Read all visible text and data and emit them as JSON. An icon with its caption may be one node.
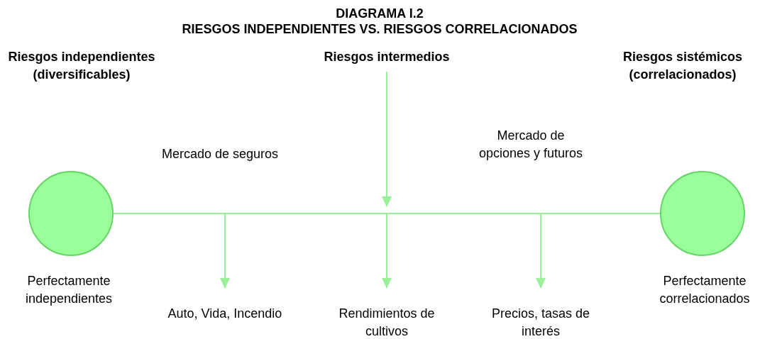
{
  "diagram": {
    "title": "DIAGRAMA I.2",
    "nodes": [
      {
        "text": [],
        "shape": "circle",
        "beside": [
          "Perfectamente independientes"
        ]
      },
      {
        "text": [],
        "shape": "circle",
        "beside": [
          "Perfectamente correlacionados"
        ]
      },
      {
        "text": [
          "Riesgos intermedios"
        ]
      },
      {
        "text": [
          "Auto, Vida, Incendio"
        ]
      },
      {
        "text": [
          "Rendimientos de cultivos"
        ]
      },
      {
        "text": [
          "Precios, tasas de interés"
        ]
      }
    ],
    "edges": [
      {
        "from": 0,
        "to": 1,
        "arrow": "none"
      },
      {
        "from": 2,
        "to": null,
        "arrow": "to"
      },
      {
        "from": null,
        "to": 3,
        "arrow": "to"
      },
      {
        "from": null,
        "to": 4,
        "arrow": "to"
      },
      {
        "from": null,
        "to": 5,
        "arrow": "to"
      }
    ],
    "labels": [
      "RIESGOS INDEPENDIENTES VS. RIESGOS CORRELACIONADOS",
      "Riesgos independientes (diversificables)",
      "Riesgos sistémicos (correlacionados)",
      "Mercado de seguros",
      "Mercado de opciones y futuros"
    ]
  }
}
